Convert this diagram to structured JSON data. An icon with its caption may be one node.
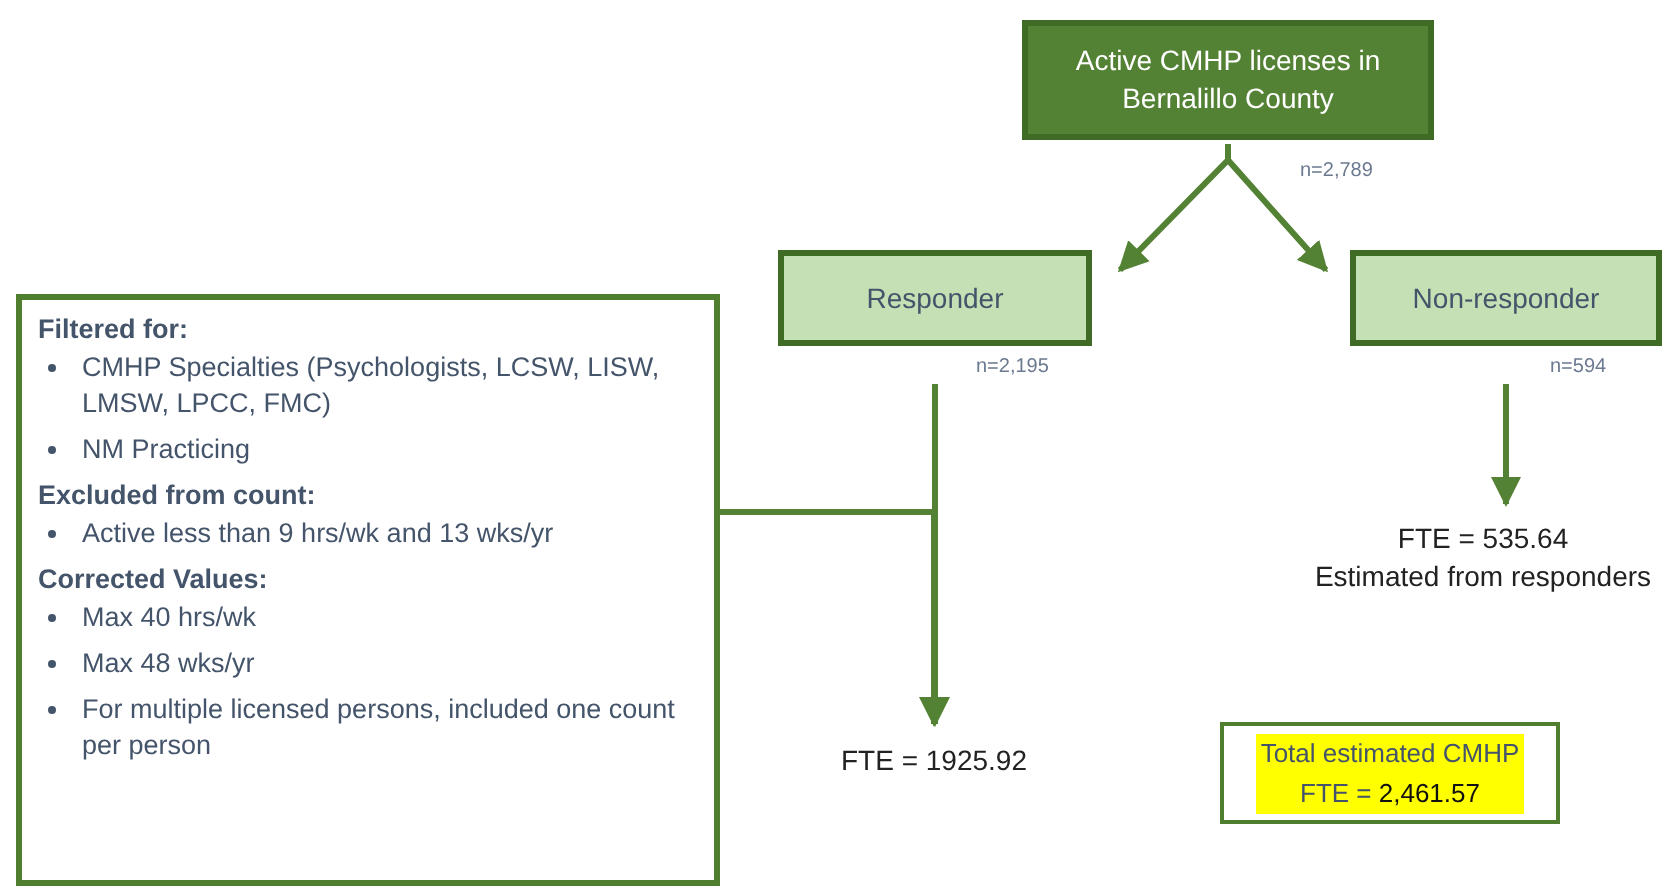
{
  "diagram": {
    "nodes": [
      {
        "text": [
          "Active CMHP licenses in Bernalillo County"
        ],
        "beside": [
          "n=2,789"
        ]
      },
      {
        "text": [
          "Responder"
        ],
        "beside": [
          "n=2,195"
        ]
      },
      {
        "text": [
          "Non-responder"
        ],
        "beside": [
          "n=594"
        ]
      },
      {
        "text": [
          "Filtered for:",
          "CMHP Specialties (Psychologists, LCSW, LISW, LMSW, LPCC, FMC)",
          "NM Practicing",
          "Excluded from count:",
          "Active less than 9 hrs/wk and 13 wks/yr",
          "Corrected Values:",
          "Max 40 hrs/wk",
          "Max 48 wks/yr",
          "For multiple licensed persons, included one count per person"
        ]
      },
      {
        "text": [
          "FTE = 1925.92"
        ]
      },
      {
        "text": [
          "FTE = 535.64",
          "Estimated from responders"
        ]
      },
      {
        "text": [
          "Total estimated CMHP FTE = **2,461.57**"
        ]
      }
    ],
    "edges": [
      {
        "from": 0,
        "to": 1,
        "arrow": "to"
      },
      {
        "from": 0,
        "to": 2,
        "arrow": "to"
      },
      {
        "from": 1,
        "to": 4,
        "arrow": "to"
      },
      {
        "from": 2,
        "to": 5,
        "arrow": "to"
      },
      {
        "from": 3,
        "to": 4,
        "arrow": "to"
      }
    ]
  }
}
